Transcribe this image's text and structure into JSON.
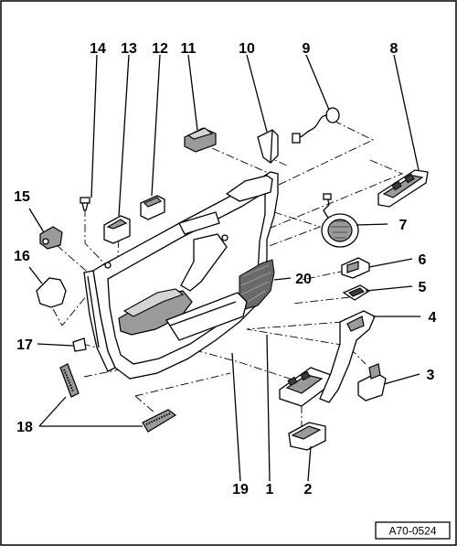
{
  "figure": {
    "reference_code": "A70-0524"
  },
  "callouts": [
    {
      "id": "1",
      "label": "1"
    },
    {
      "id": "2",
      "label": "2"
    },
    {
      "id": "3",
      "label": "3"
    },
    {
      "id": "4",
      "label": "4"
    },
    {
      "id": "5",
      "label": "5"
    },
    {
      "id": "6",
      "label": "6"
    },
    {
      "id": "7",
      "label": "7"
    },
    {
      "id": "8",
      "label": "8"
    },
    {
      "id": "9",
      "label": "9"
    },
    {
      "id": "10",
      "label": "10"
    },
    {
      "id": "11",
      "label": "11"
    },
    {
      "id": "12",
      "label": "12"
    },
    {
      "id": "13",
      "label": "13"
    },
    {
      "id": "14",
      "label": "14"
    },
    {
      "id": "15",
      "label": "15"
    },
    {
      "id": "16",
      "label": "16"
    },
    {
      "id": "17",
      "label": "17"
    },
    {
      "id": "18",
      "label": "18"
    },
    {
      "id": "19",
      "label": "19"
    },
    {
      "id": "20",
      "label": "20"
    }
  ]
}
